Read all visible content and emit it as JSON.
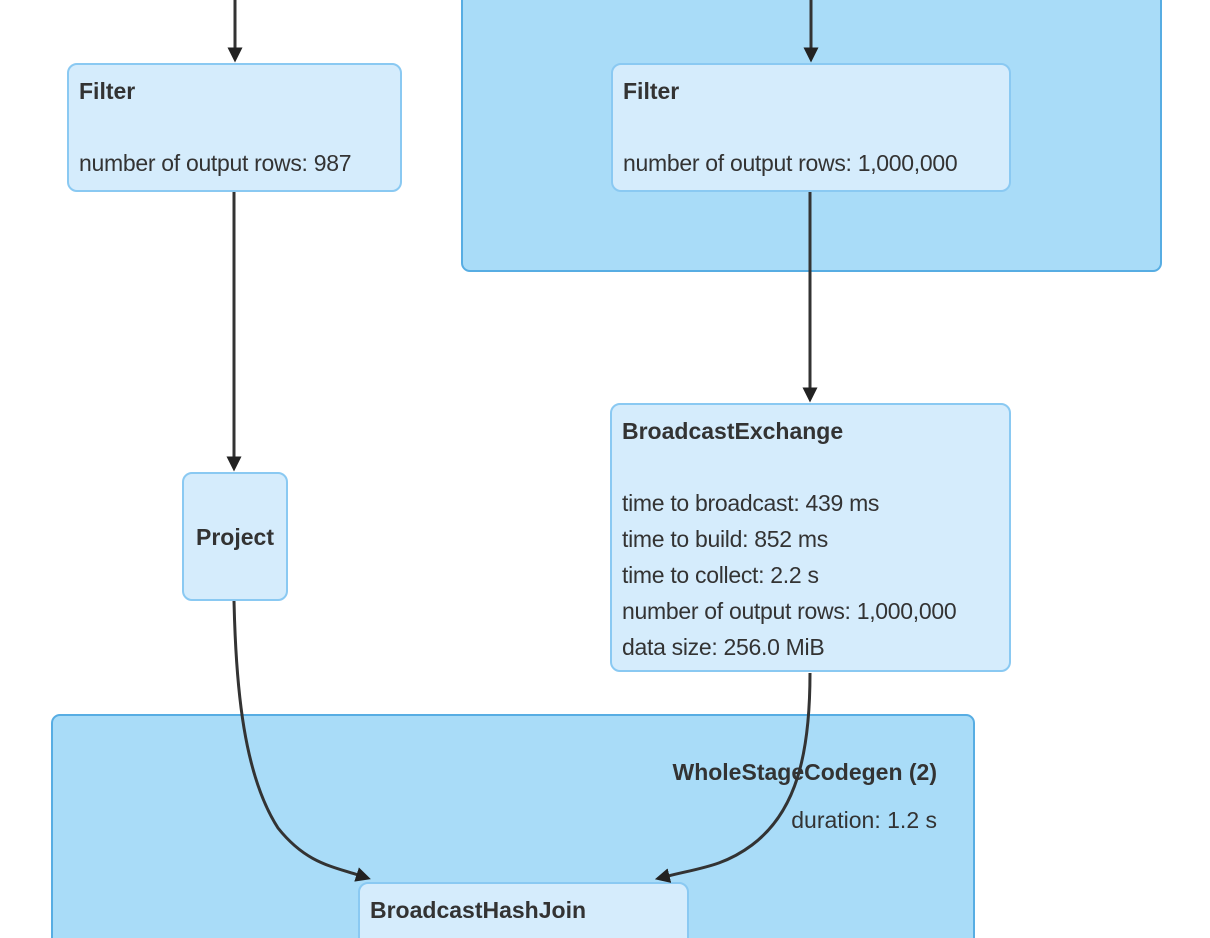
{
  "diagram": {
    "kind": "spark-sql-query-plan",
    "colors": {
      "node_fill": "#d5ecfc",
      "node_border": "#8ac9f2",
      "cluster_fill": "#a9dcf8",
      "cluster_border": "#57ade3",
      "edge": "#333333",
      "text": "#333333",
      "background": "#ffffff"
    },
    "nodes": {
      "filter_left": {
        "title": "Filter",
        "metrics": [
          "number of output rows: 987"
        ]
      },
      "filter_right": {
        "title": "Filter",
        "metrics": [
          "number of output rows: 1,000,000"
        ]
      },
      "broadcast_exchange": {
        "title": "BroadcastExchange",
        "metrics": [
          "time to broadcast: 439 ms",
          "time to build: 852 ms",
          "time to collect: 2.2 s",
          "number of output rows: 1,000,000",
          "data size: 256.0 MiB"
        ]
      },
      "project": {
        "title": "Project"
      },
      "broadcast_hash_join": {
        "title": "BroadcastHashJoin"
      }
    },
    "clusters": {
      "wholestage_codegen_2": {
        "title": "WholeStageCodegen (2)",
        "metrics": [
          "duration: 1.2 s"
        ]
      },
      "wholestage_codegen_top": {
        "title": ""
      }
    },
    "edges": [
      {
        "from": "offscreen-top-left",
        "to": "filter_left"
      },
      {
        "from": "offscreen-top-right",
        "to": "filter_right"
      },
      {
        "from": "filter_left",
        "to": "project"
      },
      {
        "from": "filter_right",
        "to": "broadcast_exchange"
      },
      {
        "from": "project",
        "to": "broadcast_hash_join"
      },
      {
        "from": "broadcast_exchange",
        "to": "broadcast_hash_join"
      }
    ]
  }
}
